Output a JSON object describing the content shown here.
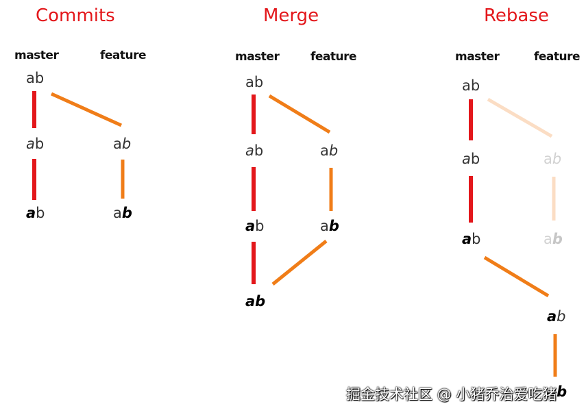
{
  "panels": {
    "commits": {
      "title": "Commits",
      "master_label": "master",
      "feature_label": "feature"
    },
    "merge": {
      "title": "Merge",
      "master_label": "master",
      "feature_label": "feature"
    },
    "rebase": {
      "title": "Rebase",
      "master_label": "master",
      "feature_label": "feature"
    }
  },
  "node_text": {
    "a": "a",
    "b": "b"
  },
  "watermark": "掘金技术社区 @ 小猪乔治爱吃猪",
  "colors": {
    "master_line": "#e3171b",
    "feature_line": "#f07d18",
    "title": "#e3171b"
  }
}
